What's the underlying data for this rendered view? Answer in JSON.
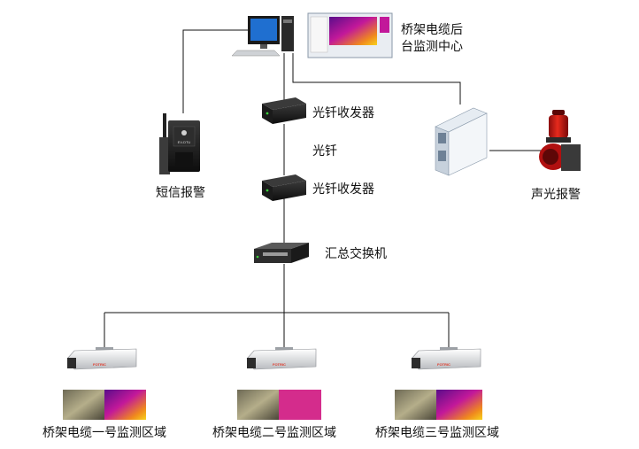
{
  "nodes": {
    "monitor_center": {
      "label_line1": "桥架电缆后",
      "label_line2": "台监测中心"
    },
    "fiber_transceiver_top": {
      "label": "光钎收发器"
    },
    "fiber": {
      "label": "光钎"
    },
    "fiber_transceiver_bottom": {
      "label": "光钎收发器"
    },
    "sms_alarm": {
      "label": "短信报警"
    },
    "sound_light_alarm": {
      "label": "声光报警"
    },
    "switch": {
      "label": "汇总交换机"
    },
    "zone1": {
      "label": "桥架电缆一号监测区域"
    },
    "zone2": {
      "label": "桥架电缆二号监测区域"
    },
    "zone3": {
      "label": "桥架电缆三号监测区域"
    }
  },
  "camera_brand": "FOTRIC",
  "sms_device_text": "EV-DTU",
  "colors": {
    "line": "#111111",
    "thermal_magenta": "#c2189a",
    "thermal_yellow": "#f7d21c"
  }
}
